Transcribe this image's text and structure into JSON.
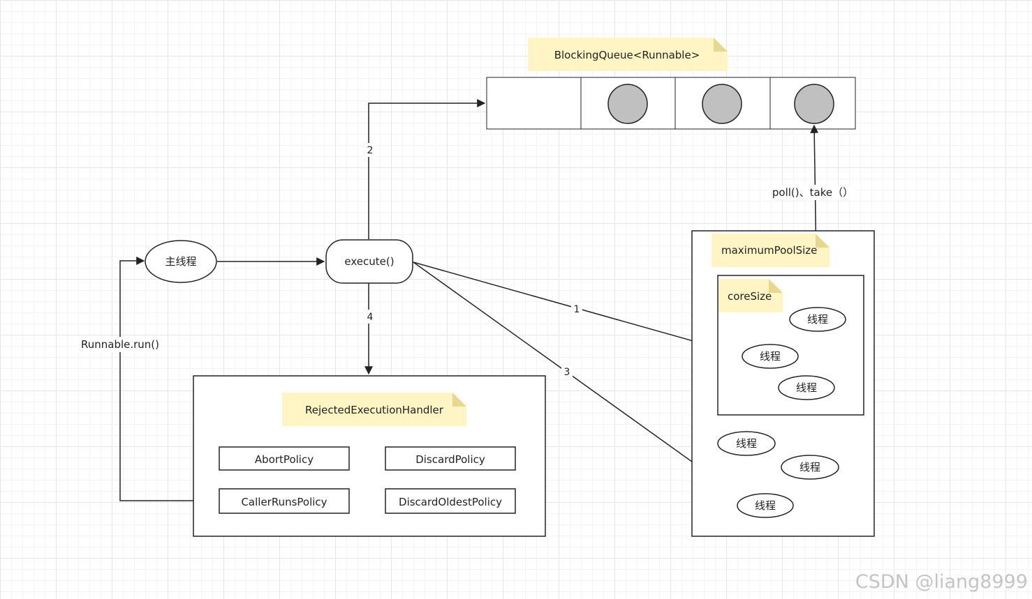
{
  "queue": {
    "note": "BlockingQueue<Runnable>",
    "filled_slots": 3,
    "fetch_label": "poll()、take（）"
  },
  "main_thread": {
    "label": "主线程"
  },
  "execute": {
    "label": "execute()"
  },
  "edges": {
    "core": "1",
    "queue": "2",
    "max": "3",
    "reject": "4",
    "callback": "Runnable.run()"
  },
  "reject_handler": {
    "note": "RejectedExecutionHandler",
    "policies": [
      "AbortPolicy",
      "DiscardPolicy",
      "CallerRunsPolicy",
      "DiscardOldestPolicy"
    ]
  },
  "pool": {
    "max_note": "maximumPoolSize",
    "core_note": "coreSize",
    "thread_label": "线程"
  },
  "watermark": "CSDN @liang8999",
  "colors": {
    "note_fill": "#fff4c3",
    "note_fold": "#e6d88f",
    "task_fill": "#c0c0c0",
    "stroke": "#222222"
  }
}
